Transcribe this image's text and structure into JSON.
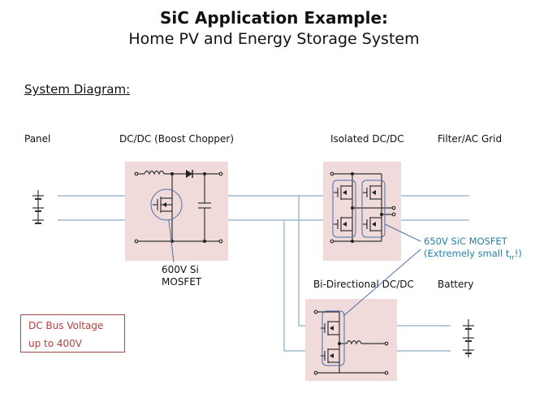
{
  "header": {
    "title": "SiC Application Example:",
    "subtitle": "Home PV and Energy Storage System"
  },
  "section_heading": "System Diagram:",
  "blocks": {
    "panel": {
      "label": "Panel"
    },
    "boost": {
      "label": "DC/DC  (Boost Chopper)",
      "device_note": [
        "600V Si",
        "MOSFET"
      ]
    },
    "isolated": {
      "label": "Isolated DC/DC"
    },
    "grid": {
      "label": "Filter/AC Grid"
    },
    "bidirectional": {
      "label": "Bi-Directional  DC/DC"
    },
    "battery": {
      "label": "Battery"
    }
  },
  "sic_note": {
    "line1": "650V SiC MOSFET",
    "line2_prefix": "(Extremely small t",
    "line2_sub": "rr",
    "line2_suffix": "!)"
  },
  "bus_voltage": {
    "line1": "DC Bus  Voltage",
    "line2": "up to 400V"
  },
  "colors": {
    "block_fill": "#f0dada",
    "wire": "#8aaec4",
    "circuit": "#333333",
    "highlight": "#4a6fa8",
    "note_text": "#2a7fa8",
    "bus_text": "#b04040"
  }
}
